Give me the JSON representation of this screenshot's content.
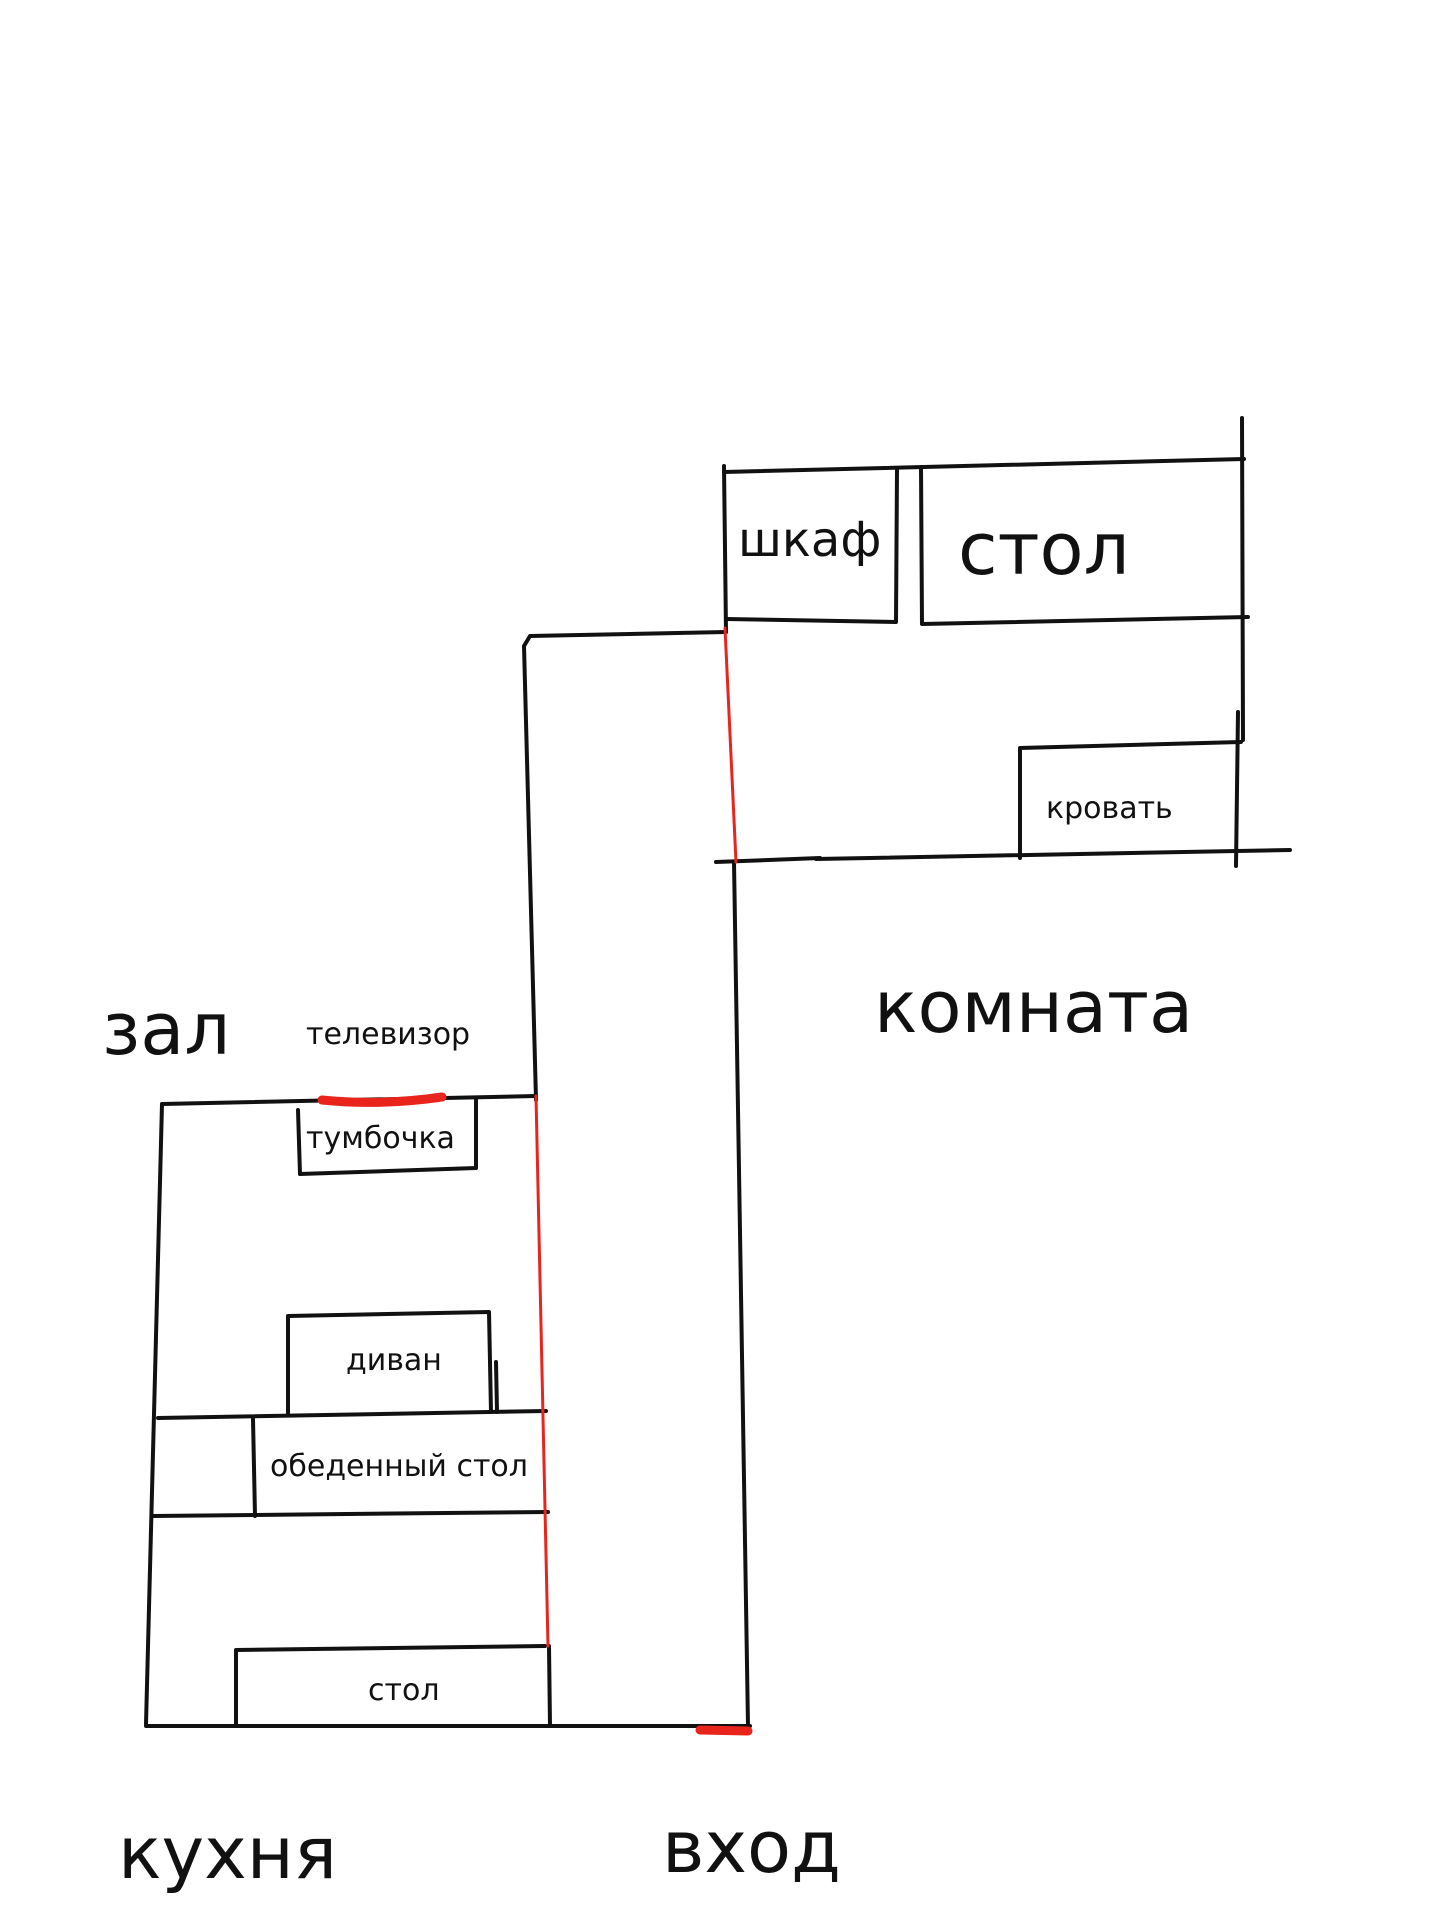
{
  "rooms": {
    "hall": "зал",
    "room": "комната",
    "kitchen": "кухня",
    "entrance": "вход"
  },
  "furniture": {
    "wardrobe": "шкаф",
    "desk": "стол",
    "bed": "кровать",
    "tv": "телевизор",
    "nightstand": "тумбочка",
    "sofa": "диван",
    "dining_table": "обеденный стол",
    "kitchen_table": "стол"
  },
  "colors": {
    "lines": "#111111",
    "marks": "#e8241c",
    "background": "#ffffff"
  }
}
